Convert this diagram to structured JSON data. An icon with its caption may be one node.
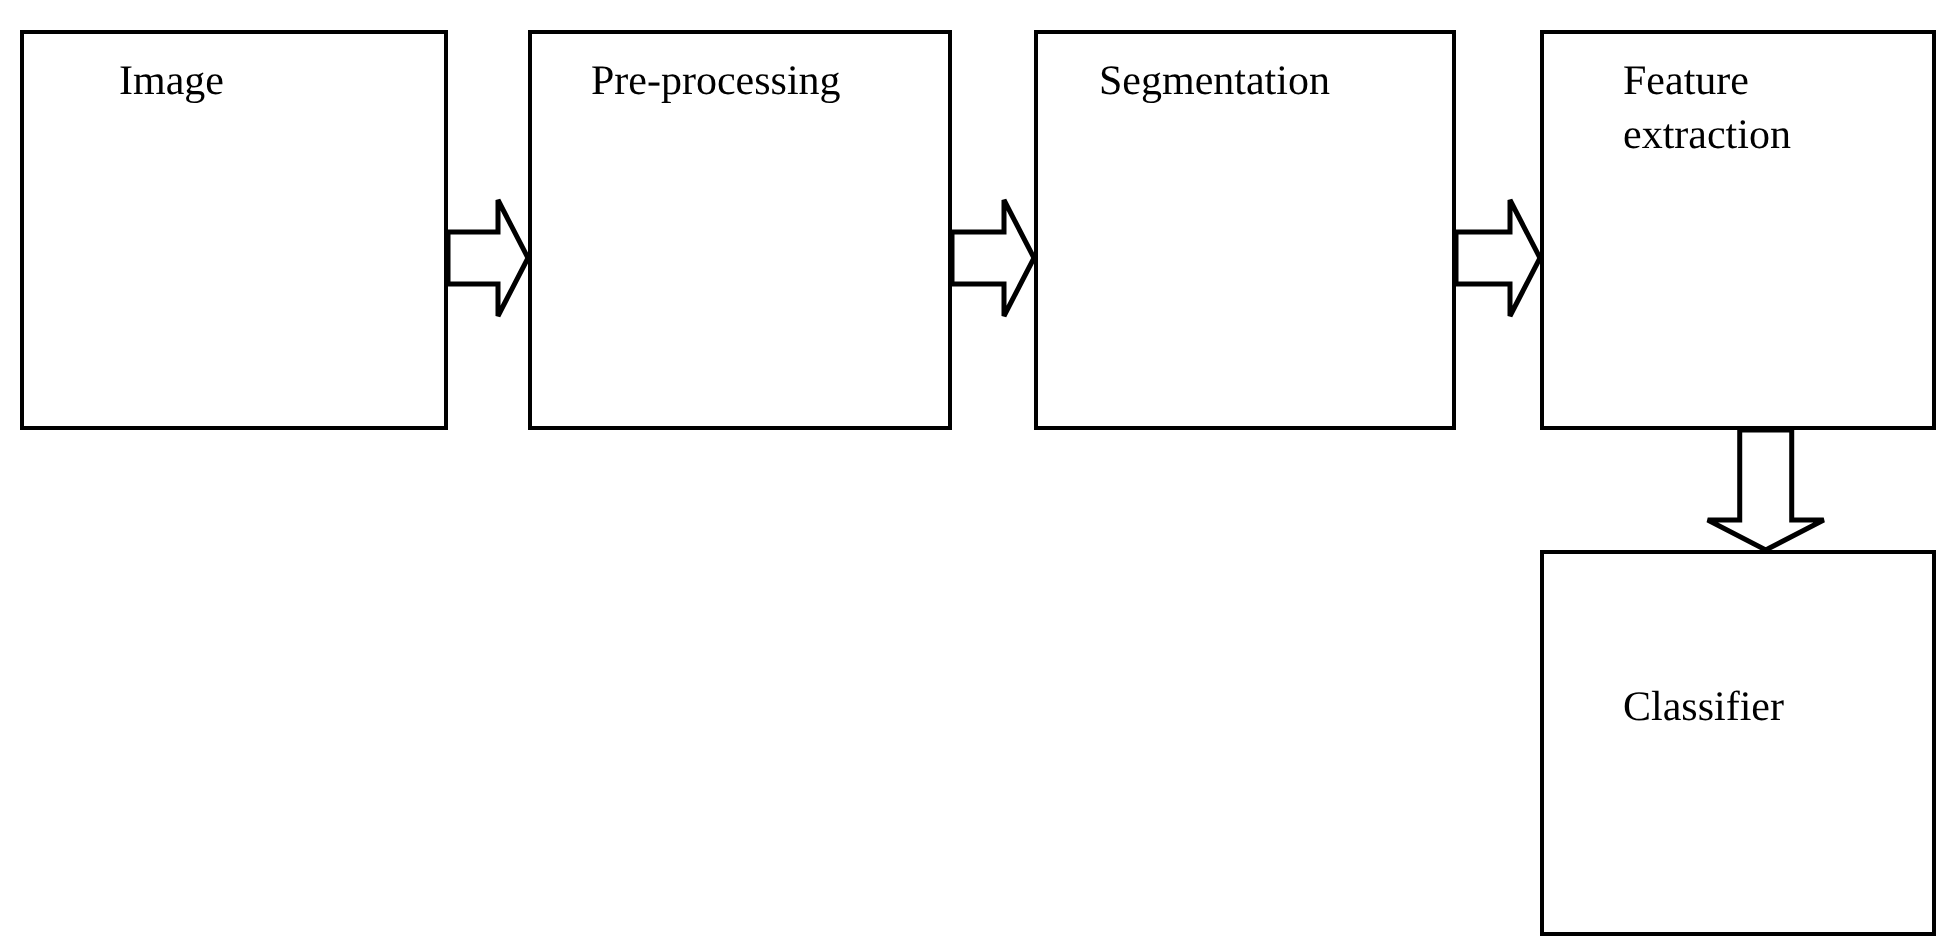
{
  "diagram": {
    "nodes": [
      {
        "text": [
          "Image"
        ]
      },
      {
        "text": [
          "Pre-processing"
        ]
      },
      {
        "text": [
          "Segmentation"
        ]
      },
      {
        "text": [
          "Feature extraction"
        ]
      },
      {
        "text": [
          "Classifier"
        ]
      }
    ],
    "edges": [
      {
        "from": 0,
        "to": 1,
        "arrow": "to"
      },
      {
        "from": 1,
        "to": 2,
        "arrow": "to"
      },
      {
        "from": 2,
        "to": 3,
        "arrow": "to"
      },
      {
        "from": 3,
        "to": 4,
        "arrow": "to"
      }
    ]
  }
}
